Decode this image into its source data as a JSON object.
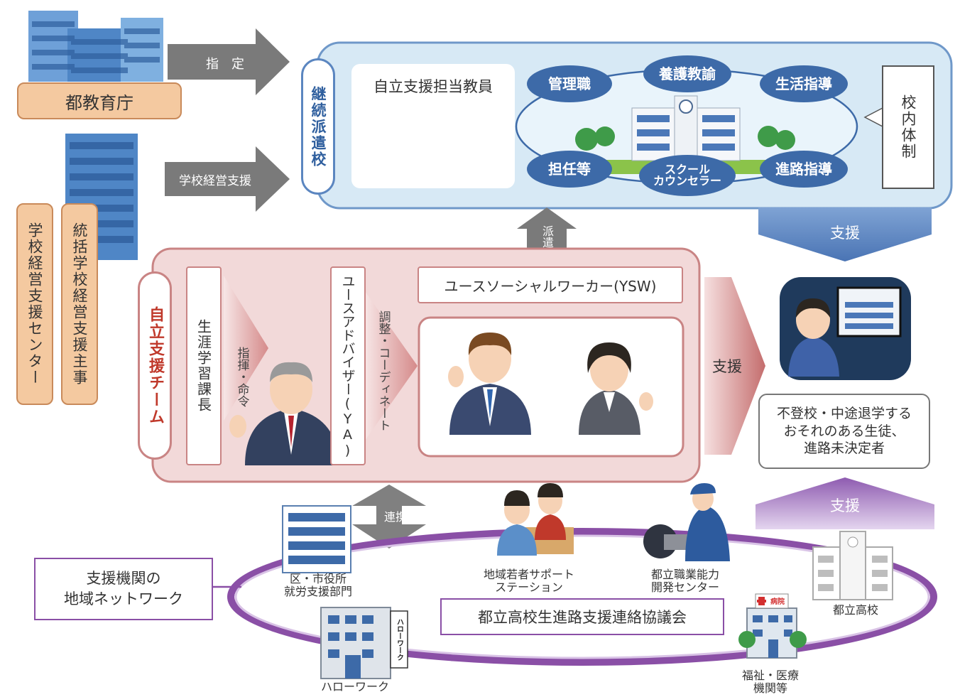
{
  "admin": {
    "board": "都教育庁",
    "center": "学校経営支援センター",
    "supervisor": "統括学校経営支援主事",
    "arrow_designate": "指　定",
    "arrow_support_mgmt": "学校経営支援"
  },
  "school": {
    "continuing": "継続派遣校",
    "teacher_box": "自立支援担当教員",
    "roles": [
      "管理職",
      "養護教諭",
      "生活指導",
      "担任等",
      "スクール\nカウンセラー",
      "進路指導"
    ],
    "internal": "校内体制",
    "dispatch": "派遣",
    "support_down": "支援"
  },
  "team": {
    "label": "自立支援チーム",
    "section_chief": "生涯学習課長",
    "command": "指揮・命令",
    "youth_advisor": "ユースアドバイザー(YA)",
    "coordinate": "調整・コーディネート",
    "ysw": "ユースソーシャルワーカー(YSW)",
    "support_right": "支援"
  },
  "target": {
    "text": "不登校・中途退学する\nおそれのある生徒、\n進路未決定者",
    "support_up": "支援"
  },
  "network": {
    "box": "支援機関の\n地域ネットワーク",
    "link": "連携",
    "council": "都立高校生進路支援連絡協議会",
    "ward_office": "区・市役所\n就労支援部門",
    "youth_station": "地域若者サポート\nステーション",
    "vocational": "都立職業能力\n開発センター",
    "hello_work": "ハローワーク",
    "hello_work_sign": "ハローワーク",
    "high_school": "都立高校",
    "welfare": "福祉・医療\n機関等",
    "hospital_sign": "病院"
  },
  "colors": {
    "school_panel": "#d7e9f5",
    "school_border": "#6f98c9",
    "role_oval": "#3d6aa8",
    "team_panel": "#f2d9d9",
    "team_border": "#c98484",
    "team_text": "#c0392b",
    "board_box": "#f4c9a0",
    "network_ring": "#8a4fa6",
    "gray_arrow": "#7a7a7a"
  }
}
